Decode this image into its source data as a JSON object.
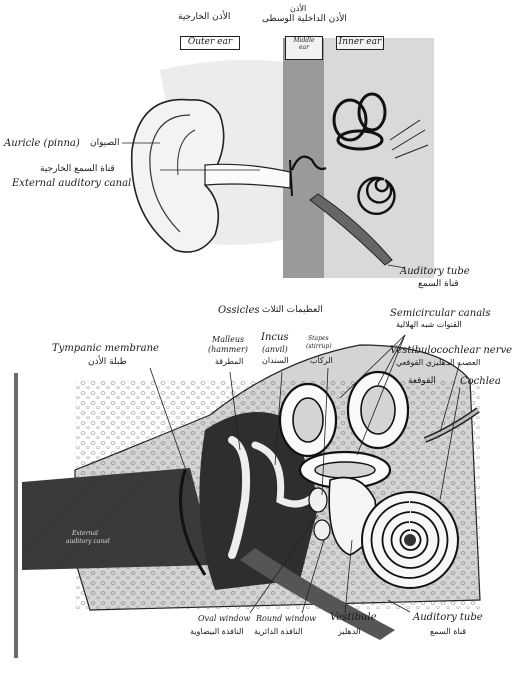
{
  "top_figure": {
    "region_headers": {
      "outer_ar": "الأذن الخارجية",
      "middle_inner_ar_line1": "الأذن",
      "middle_inner_ar_line2": "الأذن الداخلية الوسطى",
      "outer_en": "Outer ear",
      "middle_en_line1": "Middle",
      "middle_en_line2": "ear",
      "inner_en": "Inner ear"
    },
    "labels": {
      "auricle_en": "Auricle (pinna)",
      "auricle_ar": "الصيوان",
      "canal_ar": "قناة السمع الخارجية",
      "canal_en": "External auditory canal",
      "auditory_tube_en": "Auditory tube",
      "auditory_tube_ar": "قناة السمع"
    }
  },
  "bottom_figure": {
    "labels": {
      "ossicles_en": "Ossicles",
      "ossicles_ar": "العظيمات الثلاث",
      "malleus_en_1": "Malleus",
      "malleus_en_2": "(hammer)",
      "malleus_ar": "المطرقة",
      "incus_en_1": "Incus",
      "incus_en_2": "(anvil)",
      "incus_ar": "السندان",
      "stapes_en_1": "Stapes",
      "stapes_en_2": "(stirrup)",
      "stapes_ar": "الركاب",
      "tympanic_en": "Tympanic membrane",
      "tympanic_ar": "طبلة الأذن",
      "semicircular_en": "Semicircular canals",
      "semicircular_ar": "القنوات شبه الهلالية",
      "vestibulocochlear_en": "Vestibulocochlear nerve",
      "vestibulocochlear_ar": "العصب الدهليزي القوقعي",
      "cochlea_en": "Cochlea",
      "cochlea_ar": "القوقعة",
      "canal_inside_1": "External",
      "canal_inside_2": "auditory canal",
      "oval_en": "Oval window",
      "oval_ar": "النافذة البيضاوية",
      "round_en": "Round window",
      "round_ar": "النافذة الدائرية",
      "vestibule_en": "Vestibule",
      "vestibule_ar": "الدهليز",
      "auditory_tube_en": "Auditory tube",
      "auditory_tube_ar": "قناة السمع"
    }
  },
  "colors": {
    "ink": "#1a1a1a",
    "middle_ear_shade": "#9a9a9a",
    "bone_fill": "#cfcfcf",
    "canal_dark": "#3a3a3a"
  }
}
